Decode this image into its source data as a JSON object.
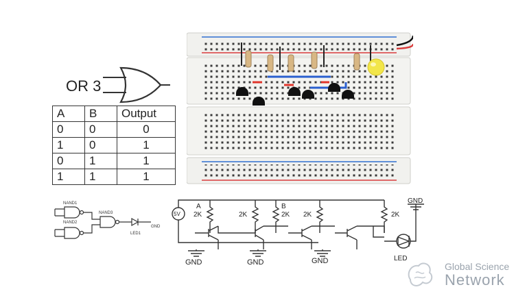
{
  "gate": {
    "title": "OR 3"
  },
  "truth_table": {
    "headers": [
      "A",
      "B",
      "Output"
    ],
    "rows": [
      [
        "0",
        "0",
        "0"
      ],
      [
        "1",
        "0",
        "1"
      ],
      [
        "0",
        "1",
        "1"
      ],
      [
        "1",
        "1",
        "1"
      ]
    ]
  },
  "logic_diagram": {
    "nand1": "NAND1",
    "nand2": "NAND2",
    "nand3": "NAND3",
    "led": "LED1",
    "gnd": "GND"
  },
  "schematic": {
    "source": "5V",
    "label_a": "A",
    "label_b": "B",
    "resistor": "2K",
    "gnd": "GND",
    "led": "LED"
  },
  "brand": {
    "line1": "Global Science",
    "line2": "Network"
  },
  "colors": {
    "rail_red": "#d93b3b",
    "rail_blue": "#2f6fd1",
    "wire_blue": "#2a5fcf",
    "wire_red": "#e0352b",
    "led_yellow": "#f2e64a"
  }
}
